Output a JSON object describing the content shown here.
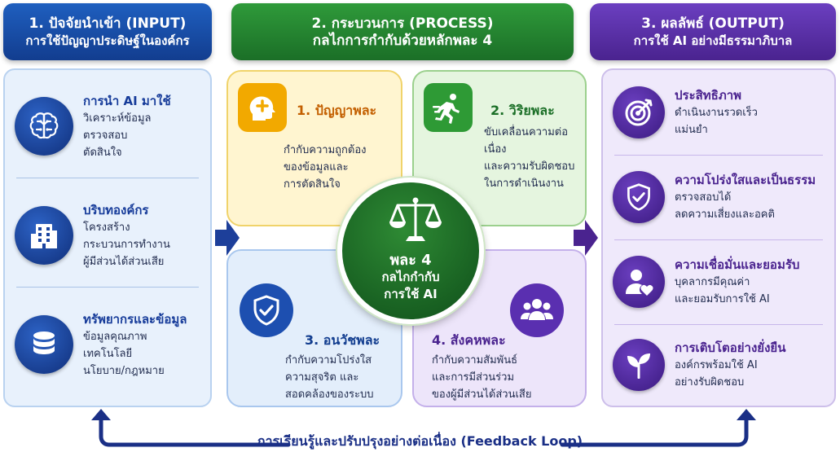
{
  "input": {
    "header_line1": "1. ปัจจัยนำเข้า (INPUT)",
    "header_line2": "การใช้ปัญญาประดิษฐ์ในองค์กร",
    "items": [
      {
        "title": "การนำ AI มาใช้",
        "lines": [
          "วิเคราะห์ข้อมูล",
          "ตรวจสอบ",
          "ตัดสินใจ"
        ],
        "icon": "brain-icon"
      },
      {
        "title": "บริบทองค์กร",
        "lines": [
          "โครงสร้าง",
          "กระบวนการทำงาน",
          "ผู้มีส่วนได้ส่วนเสีย"
        ],
        "icon": "building-icon"
      },
      {
        "title": "ทรัพยากรและข้อมูล",
        "lines": [
          "ข้อมูลคุณภาพ",
          "เทคโนโลยี",
          "นโยบาย/กฎหมาย"
        ],
        "icon": "database-icon"
      }
    ]
  },
  "process": {
    "header_line1": "2. กระบวนการ (PROCESS)",
    "header_line2": "กลไกการกำกับด้วยหลักพละ 4",
    "hub_title": "พละ 4",
    "hub_line1": "กลไกกำกับ",
    "hub_line2": "การใช้ AI",
    "quadrants": [
      {
        "title": "1. ปัญญาพละ",
        "lines": [
          "กำกับความถูกต้อง",
          "ของข้อมูลและ",
          "การตัดสินใจ"
        ],
        "icon": "head-plus-icon",
        "color": "#f2a900"
      },
      {
        "title": "2. วิริยพละ",
        "lines": [
          "ขับเคลื่อนความต่อเนื่อง",
          "และความรับผิดชอบ",
          "ในการดำเนินงาน"
        ],
        "icon": "runner-icon",
        "color": "#2e9a35"
      },
      {
        "title": "3. อนวัชพละ",
        "lines": [
          "กำกับความโปร่งใส",
          "ความสุจริต และ",
          "สอดคล้องของระบบ"
        ],
        "icon": "shield-check-icon",
        "color": "#1d4fb0"
      },
      {
        "title": "4. สังคหพละ",
        "lines": [
          "กำกับความสัมพันธ์",
          "และการมีส่วนร่วม",
          "ของผู้มีส่วนได้ส่วนเสีย"
        ],
        "icon": "people-icon",
        "color": "#5a2fb0"
      }
    ]
  },
  "output": {
    "header_line1": "3. ผลลัพธ์ (OUTPUT)",
    "header_line2": "การใช้ AI อย่างมีธรรมาภิบาล",
    "items": [
      {
        "title": "ประสิทธิภาพ",
        "lines": [
          "ดำเนินงานรวดเร็ว",
          "แม่นยำ"
        ],
        "icon": "target-icon"
      },
      {
        "title": "ความโปร่งใสและเป็นธรรม",
        "lines": [
          "ตรวจสอบได้",
          "ลดความเสี่ยงและอคติ"
        ],
        "icon": "shield-check-icon"
      },
      {
        "title": "ความเชื่อมั่นและยอมรับ",
        "lines": [
          "บุคลากรมีคุณค่า",
          "และยอมรับการใช้ AI"
        ],
        "icon": "person-heart-icon"
      },
      {
        "title": "การเติบโตอย่างยั่งยืน",
        "lines": [
          "องค์กรพร้อมใช้ AI",
          "อย่างรับผิดชอบ"
        ],
        "icon": "sprout-icon"
      }
    ]
  },
  "feedback": "การเรียนรู้และปรับปรุงอย่างต่อเนื่อง (Feedback Loop)"
}
